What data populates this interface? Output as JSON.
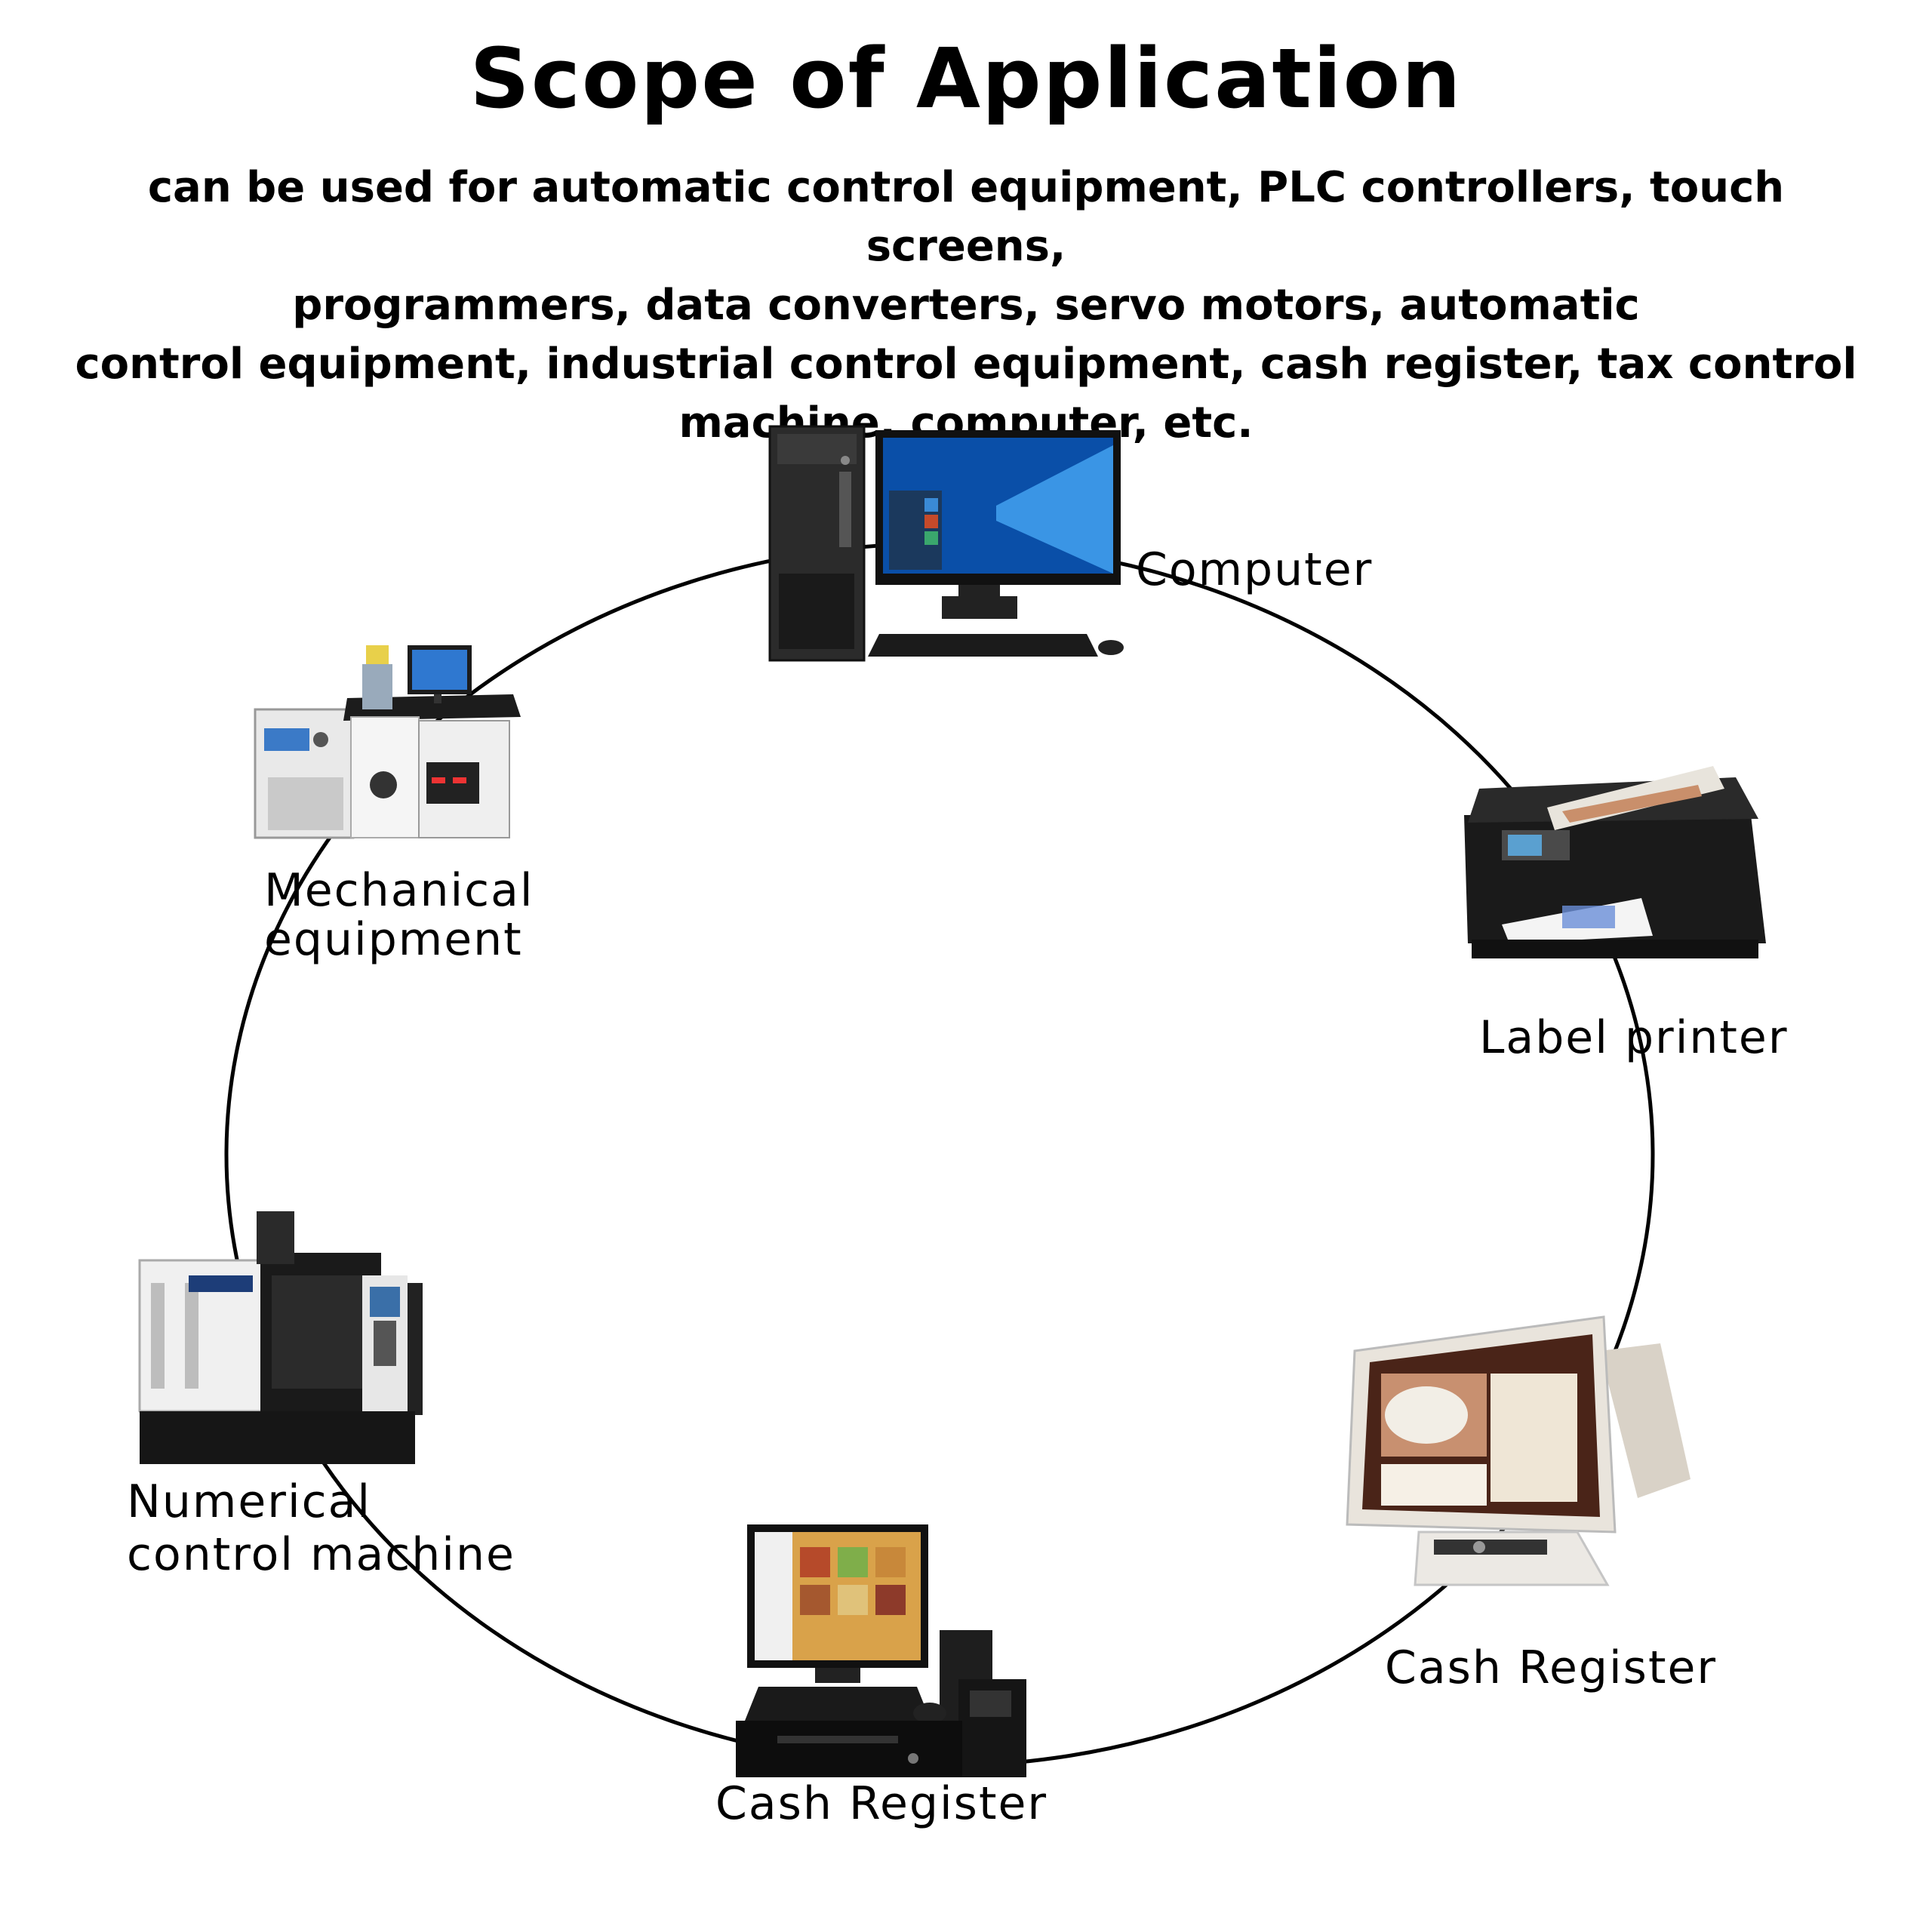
{
  "title": "Scope of Application",
  "description_lines": [
    "can be used for automatic control equipment, PLC controllers, touch screens,",
    "programmers, data converters, servo motors, automatic",
    "control equipment, industrial control equipment, cash register, tax control",
    "machine, computer, etc."
  ],
  "devices": {
    "computer": {
      "label": "Computer",
      "icon": "desktop-computer-icon"
    },
    "label_printer": {
      "label": "Label printer",
      "icon": "printer-icon"
    },
    "cash_register_right": {
      "label": "Cash Register",
      "icon": "pos-terminal-icon"
    },
    "cash_register_bottom": {
      "label": "Cash Register",
      "icon": "cash-register-icon"
    },
    "numerical_control": {
      "label_line1": "Numerical",
      "label_line2": "control machine",
      "icon": "cnc-machine-icon"
    },
    "mechanical": {
      "label_line1": "Mechanical",
      "label_line2": "equipment",
      "icon": "laser-machine-icon"
    }
  }
}
